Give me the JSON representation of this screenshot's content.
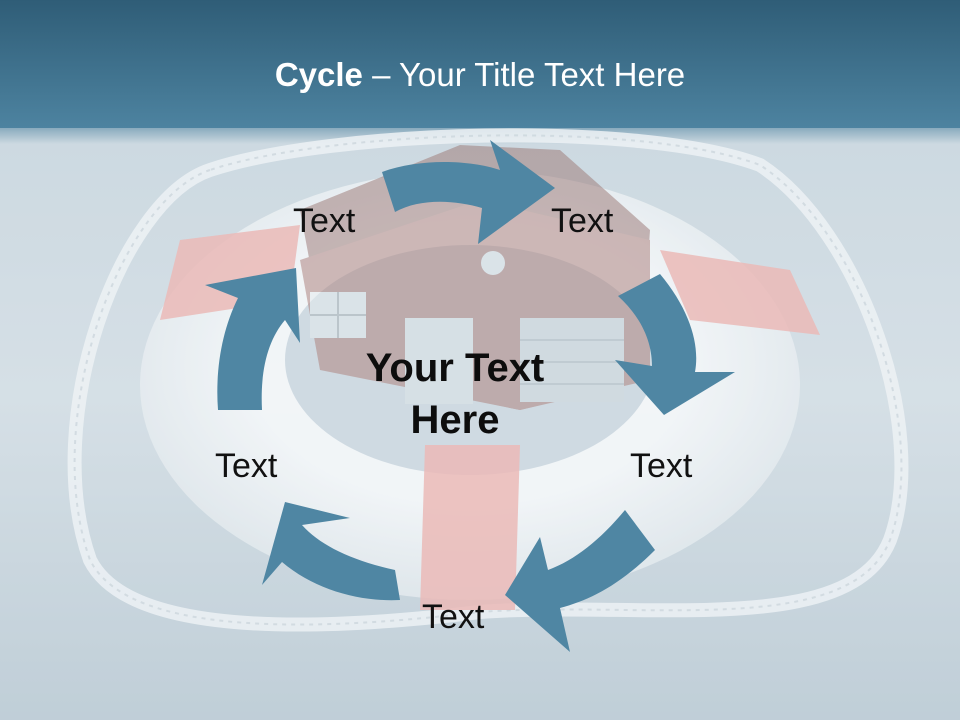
{
  "title": {
    "bold_part": "Cycle",
    "rest": " – Your Title Text Here"
  },
  "center": {
    "line1": "Your Text",
    "line2": "Here"
  },
  "nodes": [
    {
      "label": "Text"
    },
    {
      "label": "Text"
    },
    {
      "label": "Text"
    },
    {
      "label": "Text"
    },
    {
      "label": "Text"
    }
  ],
  "colors": {
    "arrow": "#4f86a3",
    "header_band": "#3d7291",
    "ring_white": "#ffffff",
    "ring_band": "#f0a7a2"
  }
}
